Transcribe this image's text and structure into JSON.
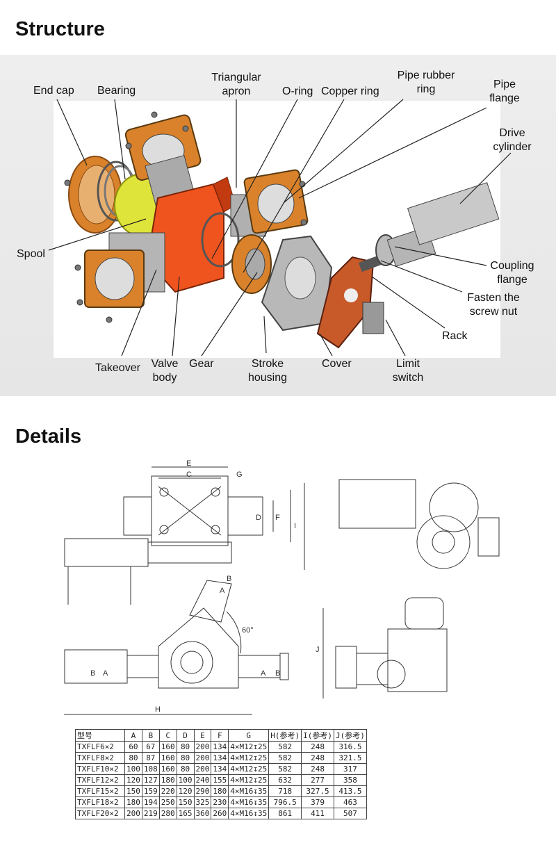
{
  "sections": {
    "structure": "Structure",
    "details": "Details"
  },
  "labels": {
    "end_cap": "End cap",
    "bearing": "Bearing",
    "triangular_apron_1": "Triangular",
    "triangular_apron_2": "apron",
    "o_ring": "O-ring",
    "copper_ring": "Copper ring",
    "pipe_rubber_ring_1": "Pipe rubber",
    "pipe_rubber_ring_2": "ring",
    "pipe_flange_1": "Pipe",
    "pipe_flange_2": "flange",
    "drive_cylinder_1": "Drive",
    "drive_cylinder_2": "cylinder",
    "spool": "Spool",
    "coupling_flange_1": "Coupling",
    "coupling_flange_2": "flange",
    "fasten_nut_1": "Fasten the",
    "fasten_nut_2": "screw nut",
    "rack": "Rack",
    "takeover": "Takeover",
    "valve_body_1": "Valve",
    "valve_body_2": "body",
    "gear": "Gear",
    "stroke_housing_1": "Stroke",
    "stroke_housing_2": "housing",
    "cover": "Cover",
    "limit_switch_1": "Limit",
    "limit_switch_2": "switch"
  },
  "drawing_marks": {
    "e": "E",
    "c": "C",
    "g": "G",
    "d": "D",
    "f": "F",
    "i": "I",
    "b": "B",
    "a": "A",
    "h": "H",
    "j": "J",
    "angle": "60°",
    "b_left": "B",
    "a_left": "A",
    "a_right": "A",
    "b_right": "B"
  },
  "colors": {
    "valve_body": "#f0541e",
    "flange": "#d9822b",
    "spool": "#dfe43a",
    "metal": "#a9a9a9"
  },
  "table": {
    "headers": [
      "型号",
      "A",
      "B",
      "C",
      "D",
      "E",
      "F",
      "G",
      "H(参考)",
      "I(参考)",
      "J(参考)"
    ],
    "rows": [
      [
        "TXFLF6×2",
        "60",
        "67",
        "160",
        "80",
        "200",
        "134",
        "4×M12↧25",
        "582",
        "248",
        "316.5"
      ],
      [
        "TXFLF8×2",
        "80",
        "87",
        "160",
        "80",
        "200",
        "134",
        "4×M12↧25",
        "582",
        "248",
        "321.5"
      ],
      [
        "TXFLF10×2",
        "100",
        "108",
        "160",
        "80",
        "200",
        "134",
        "4×M12↧25",
        "582",
        "248",
        "317"
      ],
      [
        "TXFLF12×2",
        "120",
        "127",
        "180",
        "100",
        "240",
        "155",
        "4×M12↧25",
        "632",
        "277",
        "358"
      ],
      [
        "TXFLF15×2",
        "150",
        "159",
        "220",
        "120",
        "290",
        "180",
        "4×M16↧35",
        "718",
        "327.5",
        "413.5"
      ],
      [
        "TXFLF18×2",
        "180",
        "194",
        "250",
        "150",
        "325",
        "230",
        "4×M16↧35",
        "796.5",
        "379",
        "463"
      ],
      [
        "TXFLF20×2",
        "200",
        "219",
        "280",
        "165",
        "360",
        "260",
        "4×M16↧35",
        "861",
        "411",
        "507"
      ]
    ]
  }
}
